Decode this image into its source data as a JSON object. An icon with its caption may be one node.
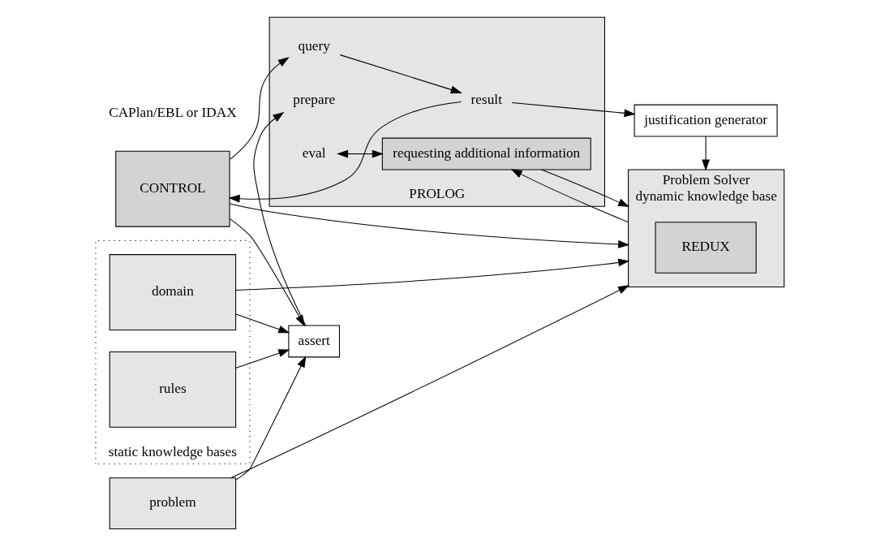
{
  "diagram": {
    "nodes": [
      {
        "text": [
          "PROLOG"
        ]
      },
      {
        "text": [
          "prepare"
        ],
        "in": 0
      },
      {
        "text": [
          "query"
        ],
        "in": 0
      },
      {
        "text": [
          "result"
        ],
        "in": 0
      },
      {
        "text": [
          "eval"
        ],
        "in": 0
      },
      {
        "text": [
          "requesting additional information"
        ],
        "in": 0
      },
      {
        "text": [
          "assert"
        ]
      },
      {
        "text": [
          "problem"
        ]
      },
      {
        "text": [
          "CONTROL"
        ]
      },
      {
        "text": [
          "justification generator"
        ]
      },
      {
        "text": [
          "Problem Solver",
          "dynamic knowledge base"
        ]
      },
      {
        "text": [
          "REDUX"
        ],
        "in": 10
      },
      {
        "text": [
          "static knowledge bases"
        ]
      },
      {
        "text": [
          "rules"
        ],
        "in": 12
      },
      {
        "text": [
          "domain"
        ],
        "in": 12
      }
    ],
    "edges": [
      {
        "from": 6,
        "to": 1,
        "arrow": "to"
      },
      {
        "from": 8,
        "to": 6,
        "arrow": "to"
      },
      {
        "from": 8,
        "to": 2,
        "arrow": "to"
      },
      {
        "from": 2,
        "to": 3,
        "arrow": "to"
      },
      {
        "from": 3,
        "to": 8,
        "arrow": "to"
      },
      {
        "from": 3,
        "to": 9,
        "arrow": "to"
      },
      {
        "from": 9,
        "to": 10,
        "arrow": "to"
      },
      {
        "from": 8,
        "to": 10,
        "arrow": "to"
      },
      {
        "from": 7,
        "to": 6,
        "arrow": "to"
      },
      {
        "from": 13,
        "to": 6,
        "arrow": "to"
      },
      {
        "from": 14,
        "to": 6,
        "arrow": "to"
      },
      {
        "from": 7,
        "to": 10,
        "arrow": "to"
      },
      {
        "from": 14,
        "to": 10,
        "arrow": "to"
      },
      {
        "from": 4,
        "to": 5,
        "arrow": "both"
      },
      {
        "from": 5,
        "to": 10,
        "arrow": "to"
      },
      {
        "from": 10,
        "to": 5,
        "arrow": "to"
      }
    ],
    "labels": [
      "CAPlan/EBL or IDAX"
    ]
  }
}
